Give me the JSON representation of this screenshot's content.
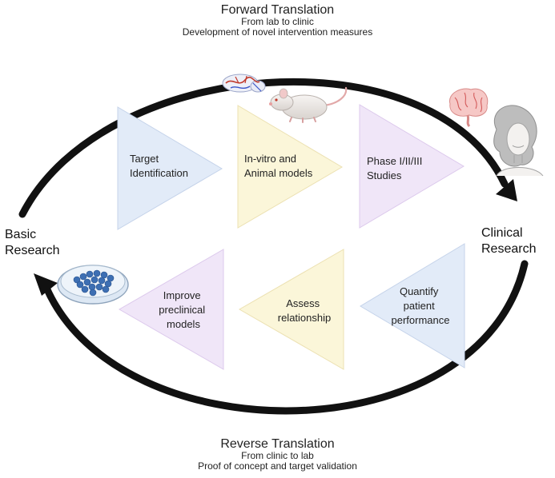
{
  "forward": {
    "title": "Forward Translation",
    "line1": "From lab to clinic",
    "line2": "Development of novel intervention measures"
  },
  "reverse": {
    "title": "Reverse Translation",
    "line1": "From clinic to lab",
    "line2": "Proof of concept and target validation"
  },
  "basic_research": {
    "line1": "Basic",
    "line2": "Research"
  },
  "clinical_research": {
    "line1": "Clinical",
    "line2": "Research"
  },
  "forward_steps": [
    {
      "lines": [
        "Target",
        "Identification"
      ],
      "color": "#e2ebf8"
    },
    {
      "lines": [
        "In-vitro and",
        "Animal models"
      ],
      "color": "#fbf6d9"
    },
    {
      "lines": [
        "Phase I/II/III",
        "Studies"
      ],
      "color": "#f0e6f8"
    }
  ],
  "reverse_steps": [
    {
      "lines": [
        "Quantify",
        "patient",
        "performance"
      ],
      "color": "#e2ebf8"
    },
    {
      "lines": [
        "Assess",
        "relationship"
      ],
      "color": "#fbf6d9"
    },
    {
      "lines": [
        "Improve",
        "preclinical",
        "models"
      ],
      "color": "#f0e6f8"
    }
  ],
  "icons": [
    "brain-icon",
    "rat-icon",
    "human-brain-icon",
    "person-icon",
    "petri-dish-icon"
  ]
}
